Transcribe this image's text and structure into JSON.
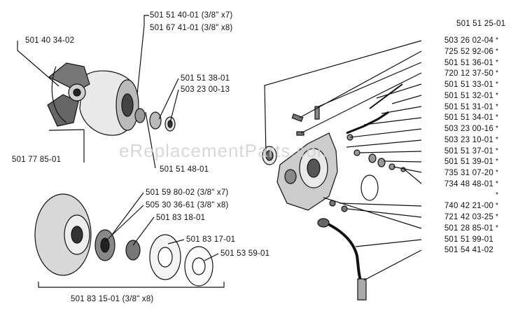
{
  "watermark": "eReplacementParts.com",
  "left_top": {
    "label_501_40_34_02": "501 40 34-02",
    "label_501_51_40_01": "501 51 40-01 (3/8\" x7)",
    "label_501_67_41_01": "501 67 41-01 (3/8\" x8)",
    "label_501_51_38_01": "501 51 38-01",
    "label_503_23_00_13": "503 23 00-13",
    "label_501_77_85_01": "501 77 85-01",
    "label_501_51_48_01": "501 51 48-01"
  },
  "left_bottom": {
    "label_501_59_80_02": "501 59 80-02 (3/8\" x7)",
    "label_505_30_36_61": "505 30 36-61 (3/8\" x8)",
    "label_501_83_18_01": "501 83 18-01",
    "label_501_83_17_01": "501 83 17-01",
    "label_501_53_59_01": "501 53 59-01",
    "label_501_83_15_01": "501 83 15-01 (3/8\" x8)"
  },
  "right": {
    "top_label": "501 51 25-01",
    "parts": [
      {
        "num": "503 26 02-04",
        "star": "*"
      },
      {
        "num": "725 52 92-06",
        "star": "*"
      },
      {
        "num": "501 51 36-01",
        "star": "*"
      },
      {
        "num": "720 12 37-50",
        "star": "*"
      },
      {
        "num": "501 51 33-01",
        "star": "*"
      },
      {
        "num": "501 51 32-01",
        "star": "*"
      },
      {
        "num": "501 51 31-01",
        "star": "*"
      },
      {
        "num": "501 51 34-01",
        "star": "*"
      },
      {
        "num": "503 23 00-16",
        "star": "*"
      },
      {
        "num": "503 23 10-01",
        "star": "*"
      },
      {
        "num": "501 51 37-01",
        "star": "*"
      },
      {
        "num": "501 51 39-01",
        "star": "*"
      },
      {
        "num": "735 31 07-20",
        "star": "*"
      },
      {
        "num": "734 48 48-01",
        "star": "*"
      },
      {
        "num": "",
        "star": "*"
      },
      {
        "num": "740 42 21-00",
        "star": "*"
      },
      {
        "num": "721 42 03-25",
        "star": "*"
      },
      {
        "num": "501 28 85-01",
        "star": "*"
      },
      {
        "num": "501 51 99-01",
        "star": ""
      },
      {
        "num": "501 54 41-02",
        "star": ""
      }
    ]
  }
}
